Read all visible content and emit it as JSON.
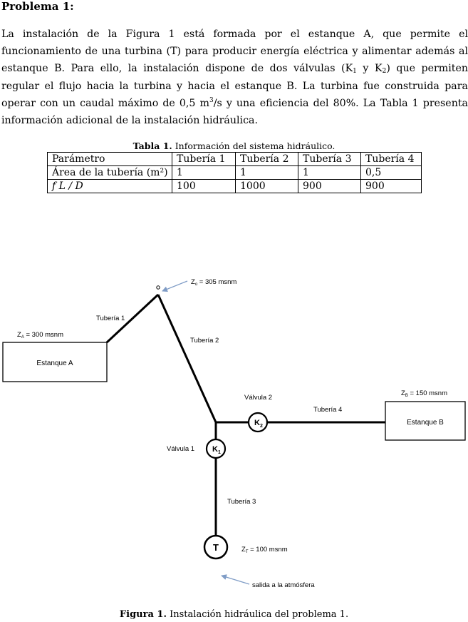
{
  "problem_title": "Problema 1:",
  "paragraph": {
    "s1": "La instalación de la Figura 1 está formada por el estanque A, que permite el funcionamiento de una turbina (T) para producir energía eléctrica y alimentar además al estanque B. Para ello, la instalación dispone de dos válvulas (K",
    "s1_sub": "1",
    "s2": " y K",
    "s2_sub": "2",
    "s3": ") que permiten regular el flujo hacia la turbina y hacia el estanque B. La turbina fue construida para operar con un caudal máximo de 0,5 m",
    "s3_sup": "3",
    "s4": "/s y una eficiencia del 80%. La Tabla 1 presenta información adicional de la instalación hidráulica."
  },
  "table": {
    "caption_label": "Tabla 1.",
    "caption_text": " Información del sistema hidráulico.",
    "header": [
      "Parámetro",
      "Tubería 1",
      "Tubería 2",
      "Tubería 3",
      "Tubería 4"
    ],
    "rows": [
      [
        "Área de la tubería (m²)",
        "1",
        "1",
        "1",
        "0,5"
      ],
      [
        "f L / D",
        "100",
        "1000",
        "900",
        "900"
      ]
    ]
  },
  "figure": {
    "node_o": "o",
    "z_o": "Zₒ = 305 msnm",
    "z_a": "Zₐ = 300 msnm",
    "z_b": "Zᵦ = 150 msnm",
    "z_t": "Zₜ = 100 msnm",
    "z_o_main": "Z",
    "z_o_sub": "o",
    "z_o_rest": " = 305 msnm",
    "z_a_main": "Z",
    "z_a_sub": "A",
    "z_a_rest": " = 300 msnm",
    "z_b_main": "Z",
    "z_b_sub": "B",
    "z_b_rest": " = 150 msnm",
    "z_t_main": "Z",
    "z_t_sub": "T",
    "z_t_rest": " = 100 msnm",
    "tank_a": "Estanque A",
    "tank_b": "Estanque B",
    "pipe1": "Tubería 1",
    "pipe2": "Tubería 2",
    "pipe3": "Tubería 3",
    "pipe4": "Tubería 4",
    "valve1_label": "Válvula 1",
    "valve2_label": "Válvula 2",
    "k1_main": "K",
    "k1_sub": "1",
    "k2_main": "K",
    "k2_sub": "2",
    "turbine": "T",
    "outlet": "salida a la atmósfera",
    "caption_label": "Figura 1.",
    "caption_text": " Instalación hidráulica del problema 1."
  }
}
